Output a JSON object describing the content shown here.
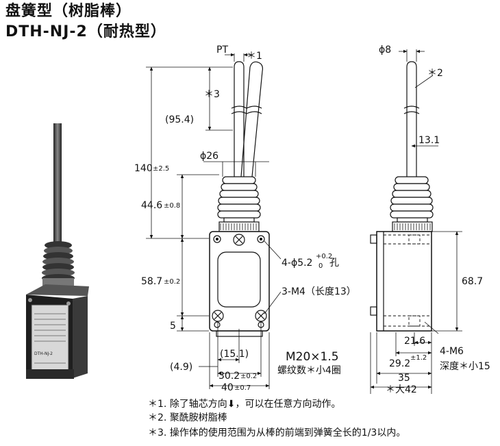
{
  "title": {
    "line1": "盘簧型（树脂棒）",
    "line2": "DTH-NJ-2（耐热型）"
  },
  "front_view": {
    "pt_label": "PT",
    "note1_mark": "＊1",
    "note3_mark": "＊3",
    "dim_95_4": "(95.4)",
    "dim_140": "140",
    "dim_140_tol": "±2.5",
    "dim_phi26": "ϕ26",
    "dim_44_6": "44.6",
    "dim_44_6_tol": "±0.8",
    "dim_58_7": "58.7",
    "dim_58_7_tol": "±0.2",
    "dim_5": "5",
    "dim_4_9": "(4.9)",
    "dim_15_1": "(15.1)",
    "dim_30_2": "30.2",
    "dim_30_2_tol": "±0.2",
    "dim_40": "40",
    "dim_40_tol": "±0.7",
    "callout_holes_a": "4-ϕ5.2",
    "callout_holes_sup": "+0.2",
    "callout_holes_sub": "0",
    "callout_holes_b": "孔",
    "callout_m4": "3-M4（长度13）",
    "thread_label": "M20×1.5",
    "thread_depth": "螺纹数＊小4圈"
  },
  "side_view": {
    "dim_phi8": "ϕ8",
    "note2_mark": "＊2",
    "dim_13_1": "13.1",
    "dim_68_7": "68.7",
    "dim_21_6": "21.6",
    "dim_1_2": "±1.2",
    "dim_29_2": "29.2",
    "dim_35": "35",
    "dim_42": "＊大42",
    "callout_m6": "4-M6",
    "callout_m6_depth": "深度＊小15"
  },
  "photo": {
    "nameplate_text": "DTH-NJ-2"
  },
  "footnotes": [
    "＊1. 除了轴芯方向⬇，可以在任意方向动作。",
    "＊2. 聚酰胺树脂棒",
    "＊3. 操作体的使用范围为从棒的前端到弹簧全长的1/3以内。"
  ]
}
